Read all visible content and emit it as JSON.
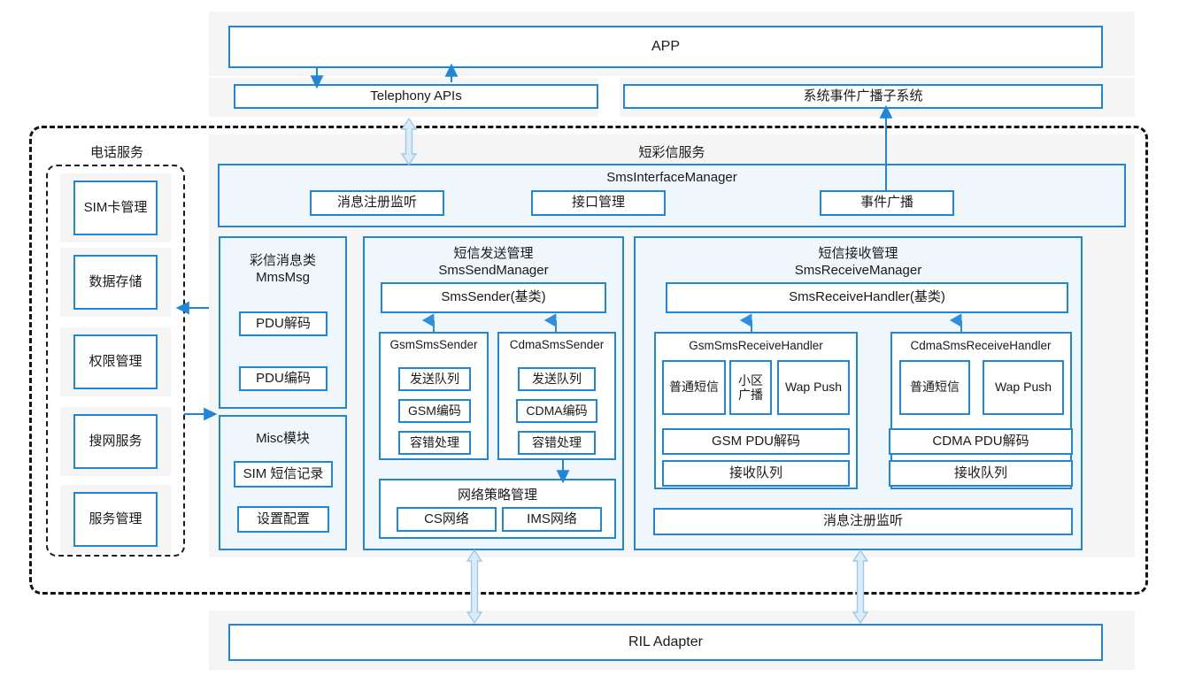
{
  "diagram": {
    "title_visible": false,
    "colors": {
      "accent_blue": "#1f86d8",
      "panel_tint": "#eff7fd",
      "band_gray": "#f5f5f5",
      "arrow_hollow_fill": "#dbecf9",
      "dashed_border": "#141414",
      "text": "#1a1a1a"
    }
  },
  "top": {
    "app": "APP",
    "telephony_apis": "Telephony APIs",
    "broadcast_subsystem": "系统事件广播子系统"
  },
  "bottom": {
    "ril_adapter": "RIL Adapter"
  },
  "telephony_service": {
    "title": "电话服务",
    "items": [
      {
        "label": "SIM卡管理"
      },
      {
        "label": "数据存储"
      },
      {
        "label": "权限管理"
      },
      {
        "label": "搜网服务"
      },
      {
        "label": "服务管理"
      }
    ]
  },
  "sms_service": {
    "title": "短彩信服务",
    "interface_manager": {
      "title": "SmsInterfaceManager",
      "items": [
        {
          "label": "消息注册监听"
        },
        {
          "label": "接口管理"
        },
        {
          "label": "事件广播"
        }
      ]
    },
    "mms_msg": {
      "title": "彩信消息类\nMmsMsg",
      "items": [
        {
          "label": "PDU解码"
        },
        {
          "label": "PDU编码"
        }
      ]
    },
    "misc": {
      "title": "Misc模块",
      "items": [
        {
          "label": "SIM 短信记录"
        },
        {
          "label": "设置配置"
        }
      ]
    },
    "send_manager": {
      "title": "短信发送管理\nSmsSendManager",
      "base_class": "SmsSender(基类)",
      "senders": [
        {
          "title": "GsmSmsSender",
          "items": [
            {
              "label": "发送队列"
            },
            {
              "label": "GSM编码"
            },
            {
              "label": "容错处理"
            }
          ]
        },
        {
          "title": "CdmaSmsSender",
          "items": [
            {
              "label": "发送队列"
            },
            {
              "label": "CDMA编码"
            },
            {
              "label": "容错处理"
            }
          ]
        }
      ],
      "network_policy": {
        "title": "网络策略管理",
        "items": [
          {
            "label": "CS网络"
          },
          {
            "label": "IMS网络"
          }
        ]
      }
    },
    "receive_manager": {
      "title": "短信接收管理\nSmsReceiveManager",
      "base_class": "SmsReceiveHandler(基类)",
      "handlers": [
        {
          "title": "GsmSmsReceiveHandler",
          "types": [
            {
              "label": "普通短信"
            },
            {
              "label": "小区\n广播"
            },
            {
              "label": "Wap Push"
            }
          ],
          "decoder": "GSM PDU解码",
          "queue": "接收队列"
        },
        {
          "title": "CdmaSmsReceiveHandler",
          "types": [
            {
              "label": "普通短信"
            },
            {
              "label": "Wap Push"
            }
          ],
          "decoder": "CDMA PDU解码",
          "queue": "接收队列"
        }
      ],
      "listener": "消息注册监听"
    }
  }
}
